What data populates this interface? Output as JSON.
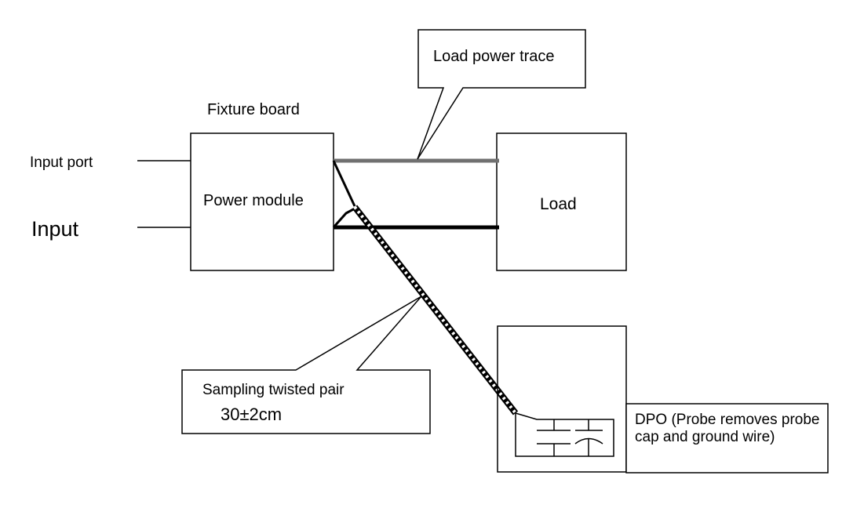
{
  "labels": {
    "fixture_board": "Fixture board",
    "input_port": "Input port",
    "input": "Input",
    "power_module": "Power module",
    "load": "Load",
    "load_power_trace": "Load power trace",
    "twisted_pair_name": "Sampling twisted pair",
    "twisted_pair_length": "30±2cm",
    "dpo_note": "DPO (Probe removes probe cap and ground wire)"
  },
  "colors": {
    "line": "#000000",
    "load_power_trace": "#707070",
    "background": "#ffffff"
  }
}
